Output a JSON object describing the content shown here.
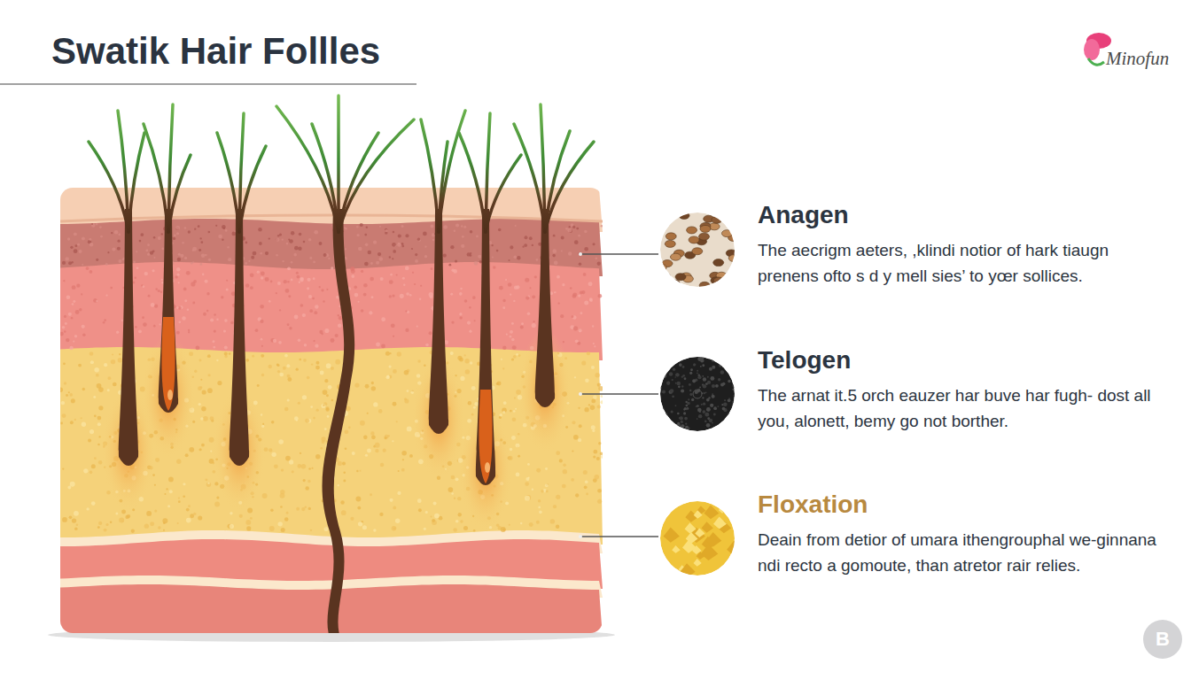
{
  "diagram": {
    "title": "Swatik Hair Follles",
    "nodes": [
      {
        "text": [
          "Anagen",
          "The aecrigm aeters, ,klindi notior of hark tiaugn prenens ofto s d y mell sies’ to yœr sollices."
        ]
      },
      {
        "text": [
          "Telogen",
          "The arnat it.5 orch eauzer har buve har fugh- dost all you, alonett, bemy go not borther."
        ]
      },
      {
        "text": [
          "Floxation",
          "Deain from detior of umara ithengrouphal we-ginnana ndi recto a gomoute, than atretor rair relies."
        ]
      }
    ],
    "labels": [
      "Minofun",
      "B"
    ]
  }
}
